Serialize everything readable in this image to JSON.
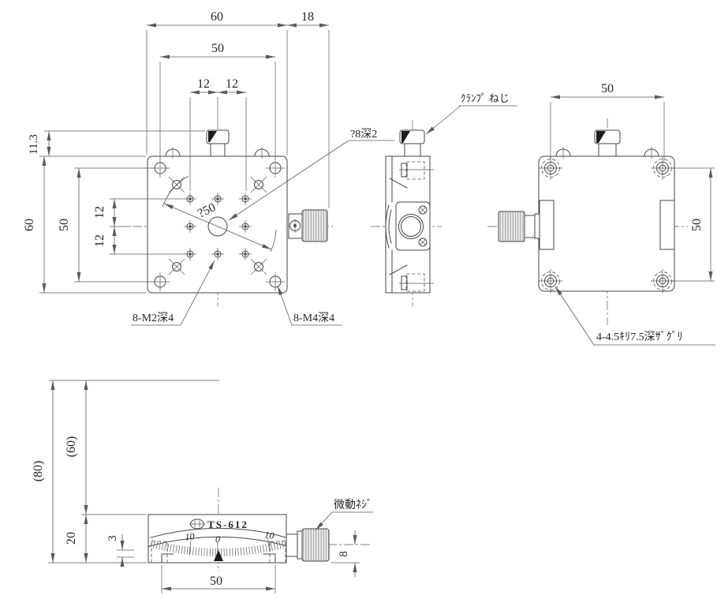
{
  "front_view": {
    "dim_top_width": "60",
    "dim_top_knob": "18",
    "dim_top_holes": "50",
    "dim_top_pitch_left": "12",
    "dim_top_pitch_right": "12",
    "dim_left_clamp_height": "11.3",
    "dim_left_height": "60",
    "dim_left_holes": "50",
    "dim_left_pitch_top": "12",
    "dim_left_pitch_bottom": "12",
    "label_bolt_circle": "?50",
    "label_center_hole": "?8深2",
    "label_m2_holes": "8-M2深4",
    "label_m4_holes": "8-M4深4"
  },
  "side_view": {
    "label_clamp_screw": "ｸﾗﾝﾌﾟ ねじ"
  },
  "back_view": {
    "dim_top_holes": "50",
    "dim_right_holes": "50",
    "label_counterbore": "4-4.5ｷﾘ7.5深ｻﾞｸﾞﾘ"
  },
  "bottom_view": {
    "model_label": "TS-612",
    "scale_left": "10",
    "scale_center": "0",
    "scale_right": "10",
    "dim_total_height": "(80)",
    "dim_stage_height": "(60)",
    "dim_base_height": "20",
    "dim_step": "3",
    "dim_slot_span": "50",
    "dim_knob_drop": "8",
    "label_fine_screw": "微動ﾈｼﾞ"
  }
}
